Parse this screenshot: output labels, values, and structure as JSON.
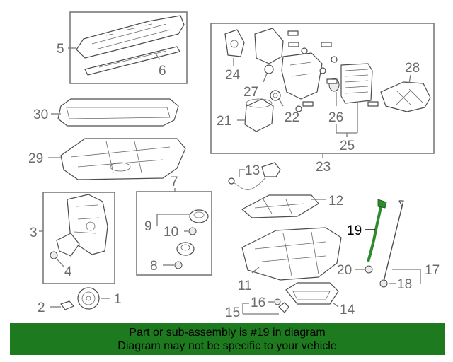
{
  "callouts": {
    "c1": "1",
    "c2": "2",
    "c3": "3",
    "c4": "4",
    "c5": "5",
    "c6": "6",
    "c7": "7",
    "c8": "8",
    "c9": "9",
    "c10": "10",
    "c11": "11",
    "c12": "12",
    "c13": "13",
    "c14": "14",
    "c15": "15",
    "c16": "16",
    "c17": "17",
    "c18": "18",
    "c19": "19",
    "c20": "20",
    "c21": "21",
    "c22": "22",
    "c23": "23",
    "c24": "24",
    "c25": "25",
    "c26": "26",
    "c27": "27",
    "c28": "28",
    "c29": "29",
    "c30": "30"
  },
  "colors": {
    "banner_bg": "#1e7a1e",
    "highlight_part": "#2e8b2e",
    "line": "#7a7a7a"
  },
  "banner": {
    "line1": "Part or sub-assembly is #19 in diagram",
    "line2": "Diagram may not be specific to your vehicle"
  }
}
